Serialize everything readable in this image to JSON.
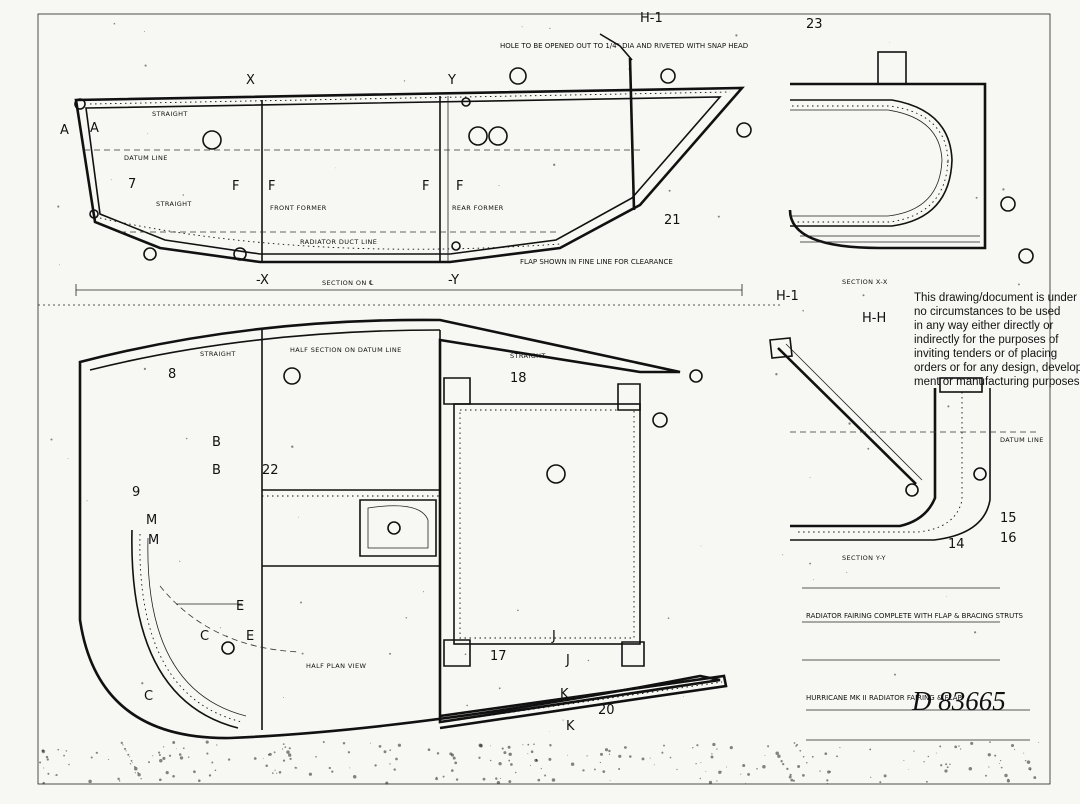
{
  "drawing": {
    "number": "D 83665",
    "notice_lines": [
      "This drawing/document is under",
      "no circumstances to be used",
      "in any way either directly or",
      "indirectly for the purposes of",
      "inviting tenders or of placing",
      "orders or for any design, develop-",
      "ment or manufacturing purposes"
    ]
  },
  "section_labels": {
    "section_on_cl": "SECTION ON ℄",
    "half_section": "HALF SECTION ON DATUM LINE",
    "half_plan": "HALF PLAN VIEW",
    "section_xx": "SECTION X-X",
    "section_yy": "SECTION Y-Y",
    "datum_line": "DATUM LINE",
    "radiator_duct_line": "RADIATOR DUCT LINE",
    "straight": "STRAIGHT",
    "front_former": "FRONT FORMER",
    "rear_former": "REAR FORMER",
    "flap_shown_in_fine": "FLAP SHOWN IN FINE"
  },
  "view_markers": {
    "h1_top": "H-1",
    "h1_mid": "H-1",
    "hh": "H-H",
    "x_top": "X",
    "x_bottom": "-X",
    "y_top": "Y",
    "y_bottom": "-Y",
    "a_left": "A",
    "a_right": "A",
    "f1": "F",
    "f2": "F",
    "f3": "F",
    "f4": "F",
    "b1": "B",
    "b2": "B",
    "m1": "M",
    "m2": "M",
    "e1": "E",
    "e2": "E",
    "c1": "C",
    "c2": "C",
    "j1": "J",
    "j2": "J",
    "k1": "K",
    "k2": "K"
  },
  "detail_numbers": {
    "n7": "7",
    "n8": "8",
    "n9": "9",
    "n21": "21",
    "n22": "22",
    "n23": "23",
    "n14": "14",
    "n15": "15",
    "n16": "16",
    "n17": "17",
    "n18": "18",
    "n20": "20"
  },
  "notes": {
    "rivet_note": "HOLE TO BE OPENED OUT TO 1/4\" DIA AND RIVETED WITH SNAP HEAD",
    "flap_note": "FLAP SHOWN IN FINE LINE FOR CLEARANCE",
    "radiator_note": "RADIATOR FAIRING COMPLETE WITH FLAP & BRACING STRUTS",
    "hurricane_note": "HURRICANE MK II RADIATOR FAIRING & FLAP"
  }
}
